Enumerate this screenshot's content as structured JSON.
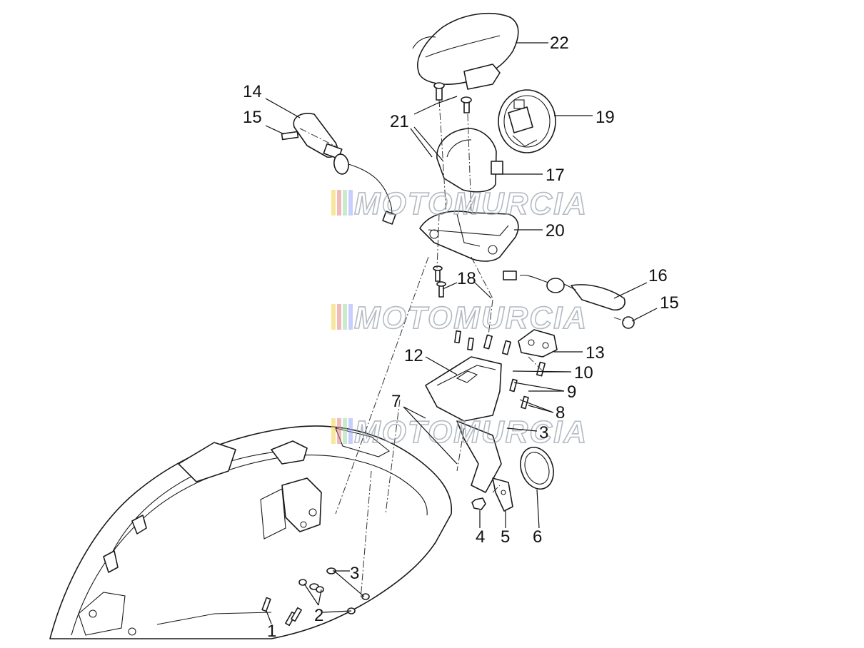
{
  "watermark": {
    "text": "MOTOMURCIA",
    "bar_colors": [
      "#f0d24a",
      "#e57f7f",
      "#9fd8a6",
      "#9aa8ff"
    ],
    "outline_color": "#9aa3ad"
  },
  "callouts": {
    "c22": "22",
    "c21": "21",
    "c19": "19",
    "c14": "14",
    "c15a": "15",
    "c17": "17",
    "c20": "20",
    "c16": "16",
    "c15b": "15",
    "c18": "18",
    "c13": "13",
    "c12": "12",
    "c10": "10",
    "c9": "9",
    "c7": "7",
    "c8": "8",
    "c3a": "3",
    "c4": "4",
    "c5": "5",
    "c6": "6",
    "c3b": "3",
    "c2": "2",
    "c1": "1"
  }
}
